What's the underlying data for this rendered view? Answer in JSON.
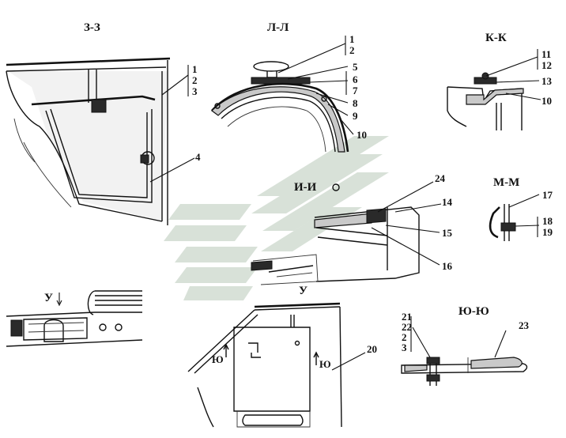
{
  "views": {
    "z": {
      "title": "З-З",
      "callouts": [
        "1",
        "2",
        "3",
        "4"
      ]
    },
    "l": {
      "title": "Л-Л",
      "callouts": [
        "1",
        "2",
        "5",
        "6",
        "7",
        "8",
        "9",
        "10"
      ]
    },
    "k": {
      "title": "К-К",
      "callouts": [
        "11",
        "12",
        "13",
        "10"
      ]
    },
    "m": {
      "title": "М-М",
      "callouts": [
        "17",
        "18",
        "19"
      ]
    },
    "i": {
      "title": "И-И",
      "callouts": [
        "24",
        "14",
        "15",
        "16"
      ]
    },
    "u": {
      "title": "У",
      "detail_title": "У",
      "callouts": [
        "20"
      ],
      "section_marks": [
        "Ю",
        "Ю"
      ]
    },
    "yu": {
      "title": "Ю-Ю",
      "callouts": [
        "21",
        "22",
        "2",
        "3",
        "23"
      ]
    }
  },
  "colors": {
    "line": "#111111",
    "watermark": "#b9c9b9",
    "hatch": "#c9c9c9"
  }
}
